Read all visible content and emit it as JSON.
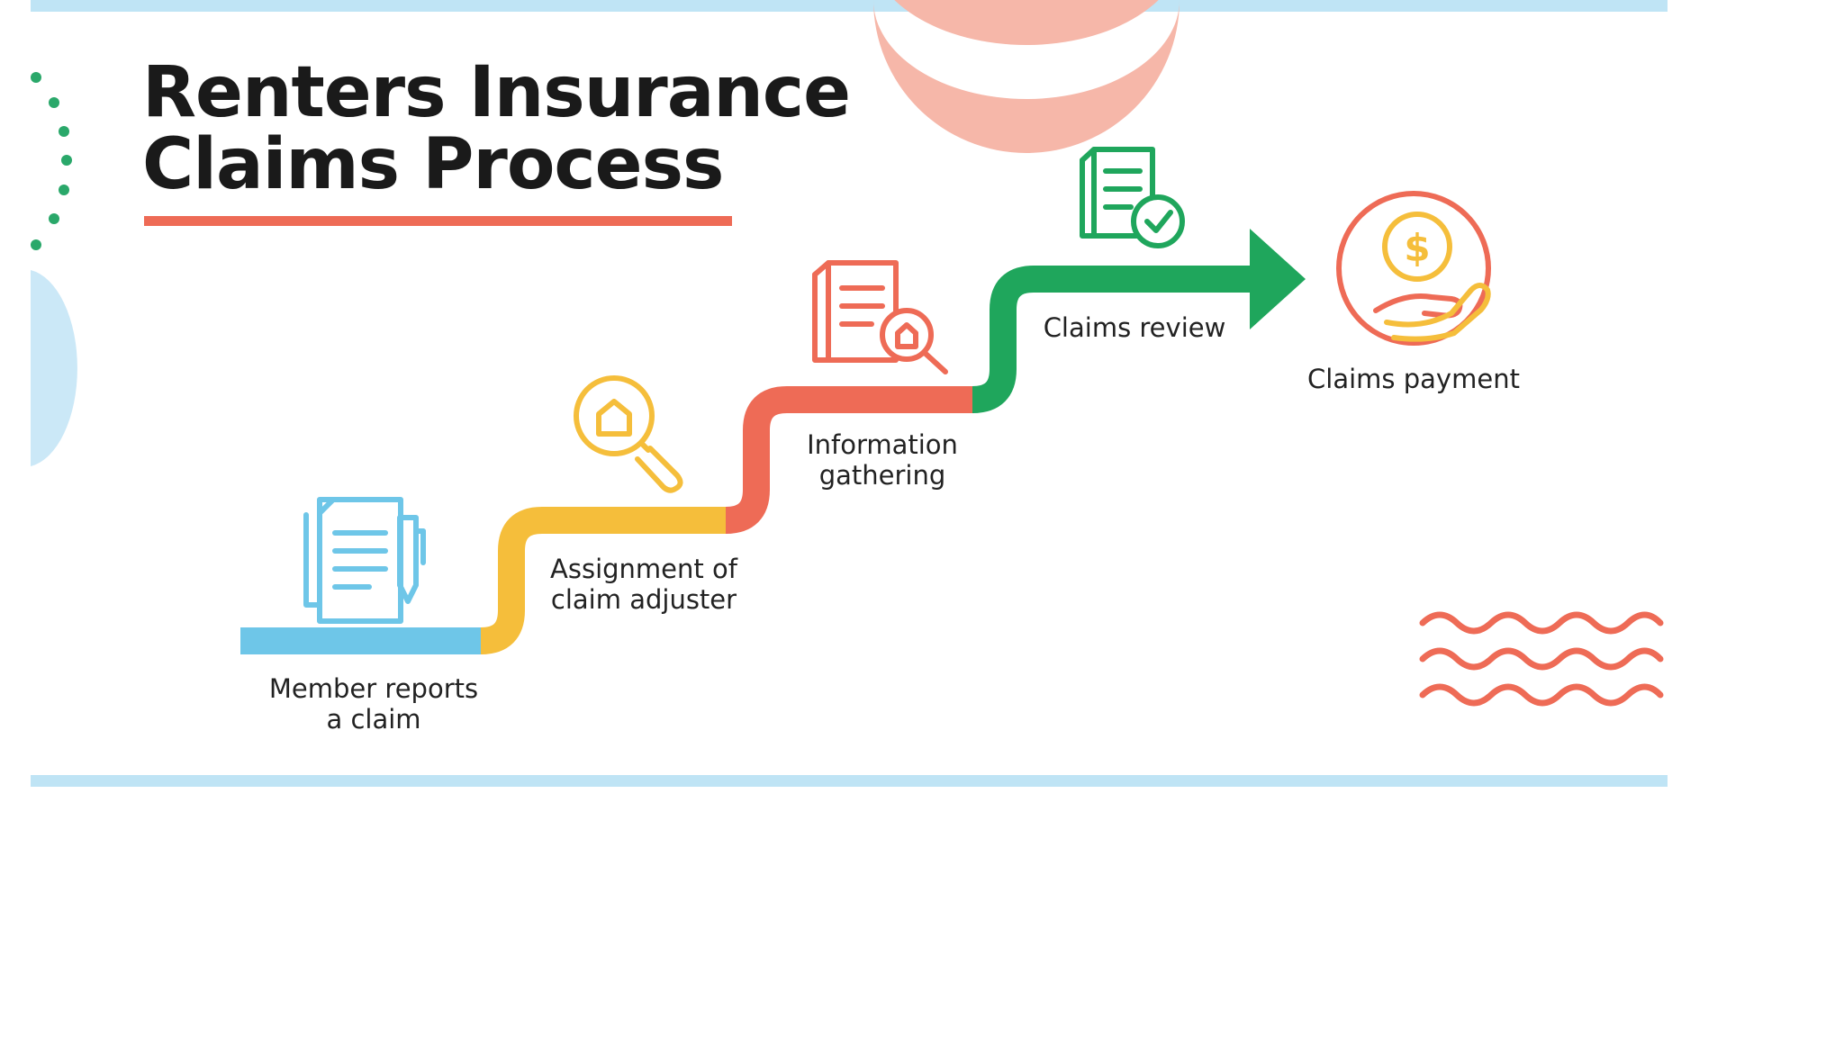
{
  "title": {
    "line1": "Renters Insurance",
    "line2": "Claims Process"
  },
  "steps": [
    {
      "lines": [
        "Member reports",
        "a claim"
      ],
      "color": "#6ec6e8",
      "icon": "document-pen-icon"
    },
    {
      "lines": [
        "Assignment of",
        "claim adjuster"
      ],
      "color": "#f5be3b",
      "icon": "house-magnifier-icon"
    },
    {
      "lines": [
        "Information",
        "gathering"
      ],
      "color": "#ee6b56",
      "icon": "document-search-icon"
    },
    {
      "lines": [
        "Claims review"
      ],
      "color": "#1fa65c",
      "icon": "document-check-icon"
    },
    {
      "lines": [
        "Claims payment"
      ],
      "color": "#ee6b56",
      "icon": "hand-dollar-coin-icon"
    }
  ],
  "colors": {
    "title_underline": "#ee6b56",
    "border": "#bfe4f5",
    "dots": "#2aa86a",
    "peach": "#f6b7a9",
    "waves": "#ee6b56"
  }
}
